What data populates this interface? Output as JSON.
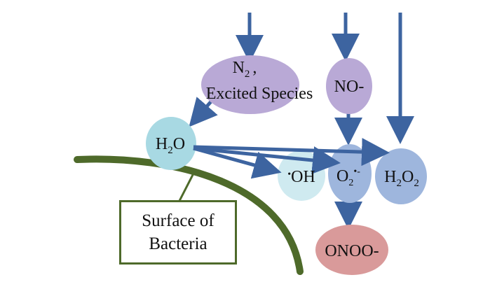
{
  "nodes": {
    "n2_excited": {
      "line1_main": "N",
      "line1_sub": "2",
      "line1_tail": ",",
      "line2": "Excited Species"
    },
    "no": {
      "label": "NO-"
    },
    "h2o": {
      "main": "H",
      "sub": "2",
      "tail": "O"
    },
    "oh": {
      "dot": "•",
      "label": "OH"
    },
    "o2": {
      "main": "O",
      "sub": "2",
      "sup": "•-"
    },
    "h2o2": {
      "main1": "H",
      "sub1": "2",
      "main2": "O",
      "sub2": "2"
    },
    "onoo": {
      "label": "ONOO-"
    }
  },
  "surface_label": {
    "line1": "Surface of",
    "line2": "Bacteria"
  },
  "colors": {
    "arrow": "#3d64a0",
    "purple_node": "#b9a9d6",
    "light_blue_node": "#a8d9e3",
    "pale_blue_node": "#cfeaf0",
    "blue_node": "#9eb6dd",
    "pink_node": "#d99a9a",
    "surface": "#4e6a2a"
  }
}
